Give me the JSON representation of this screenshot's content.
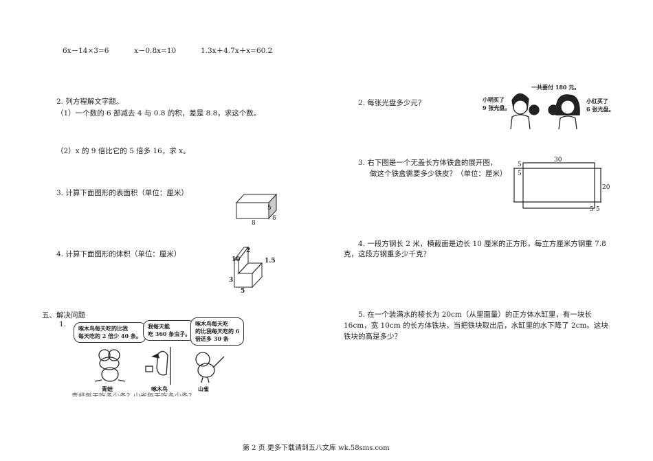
{
  "equations": [
    "6x－14×3=6",
    "x－0.8x=10",
    "1.3x＋4.7x＋x=60.2"
  ],
  "left": {
    "q2_title": "2. 列方程解文字题。",
    "q2_1": "（1）一个数的 6 部减去 4 与 0.8 的积，差是 8.8，求这个数。",
    "q2_2": "（2）x 的 9 倍比它的 5 倍多 16，求 x。",
    "q3": "3. 计算下面图形的表面积（单位：厘米）",
    "q3_dims": {
      "h": "5",
      "d": "6",
      "w": "8"
    },
    "q4": "4. 计算下面图形的体积（单位：厘米）",
    "q4_dims": {
      "a": "10",
      "b": "2",
      "c": "1.5",
      "d": "3",
      "e": "5"
    },
    "section5": "五、解决问题",
    "p1_num": "1.",
    "bubble_frog": [
      "啄木鸟每天吃的比我",
      "每天吃的 2 倍少 40 条。"
    ],
    "bubble_woodpecker": [
      "我每天能",
      "吃 360 条虫子。"
    ],
    "bubble_sparrow": [
      "啄木鸟每天吃",
      "的比我每天吃的 6",
      "倍还多 30 条"
    ],
    "name_frog": "青蛙",
    "name_woodpecker": "啄木鸟",
    "name_sparrow": "山雀",
    "p1_question": "青蛙每天吃多少条？山雀每天吃多少条？"
  },
  "right": {
    "p2": "2. 每张光盘多少元？",
    "p2_total": "一共要付 180 元。",
    "p2_boy": [
      "小明买了",
      "9 张光盘。"
    ],
    "p2_girl": [
      "小红买了",
      "6 张光盘。"
    ],
    "p3_line1": "3. 右下图是一个无盖长方体铁盒的展开图，",
    "p3_line2": "做这个铁盒需要多少铁皮？（单位：厘米）",
    "p3_dims": {
      "top": "30",
      "tl1": "5",
      "tl2": "5",
      "right": "20",
      "br1": "5",
      "br2": "5"
    },
    "p4_line1": "4. 一段方钢长 2 米，横截面是边长 10 厘米的正方形，每立方厘米方钢重 7.8",
    "p4_line2": "克，这段方钢重多少千克？",
    "p5_line1": "5. 在一个装满水的棱长为 20cm（从里面量）的正方体水缸里，有一块长",
    "p5_line2": "16cm，宽 10cm 的长方体铁块，当把铁块取出后，水缸里的水下降了 2cm。这块",
    "p5_line3": "铁块的高是多少？"
  },
  "footer": "第 2 页 更多下载请到五八文库 wk.58sms.com"
}
